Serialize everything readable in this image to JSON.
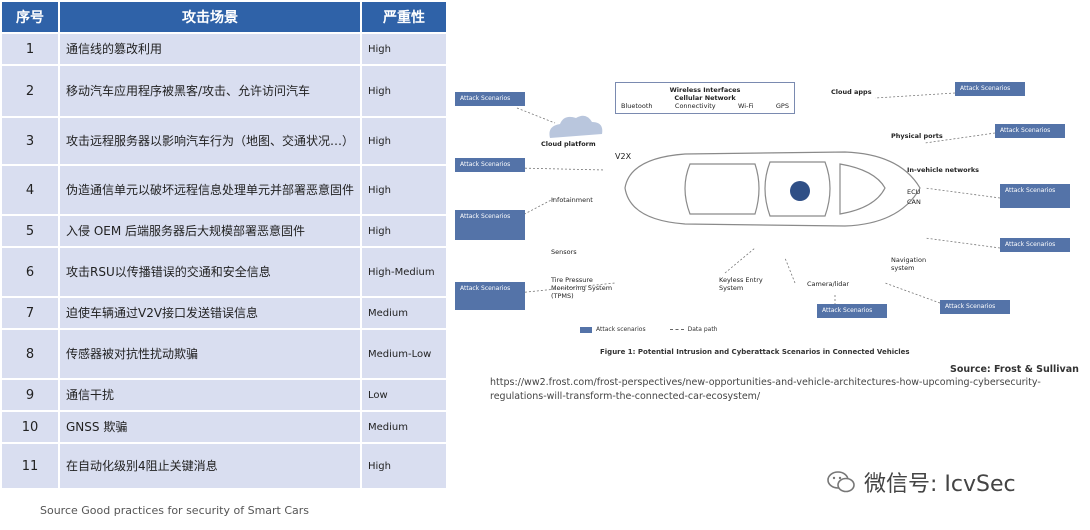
{
  "table": {
    "headers": [
      "序号",
      "攻击场景",
      "严重性"
    ],
    "rows": [
      {
        "no": "1",
        "scenario": "通信线的篡改利用",
        "severity": "High"
      },
      {
        "no": "2",
        "scenario": "移动汽车应用程序被黑客/攻击、允许访问汽车",
        "severity": "High"
      },
      {
        "no": "3",
        "scenario": "攻击远程服务器以影响汽车行为（地图、交通状况…）",
        "severity": "High"
      },
      {
        "no": "4",
        "scenario": "伪造通信单元以破坏远程信息处理单元并部署恶意固件",
        "severity": "High"
      },
      {
        "no": "5",
        "scenario": "入侵 OEM 后端服务器后大规模部署恶意固件",
        "severity": "High"
      },
      {
        "no": "6",
        "scenario": "攻击RSU以传播错误的交通和安全信息",
        "severity": "High-Medium"
      },
      {
        "no": "7",
        "scenario": "迫使车辆通过V2V接口发送错误信息",
        "severity": "Medium"
      },
      {
        "no": "8",
        "scenario": "传感器被对抗性扰动欺骗",
        "severity": "Medium-Low"
      },
      {
        "no": "9",
        "scenario": "通信干扰",
        "severity": "Low"
      },
      {
        "no": "10",
        "scenario": "GNSS 欺骗",
        "severity": "Medium"
      },
      {
        "no": "11",
        "scenario": "在自动化级别4阻止关键消息",
        "severity": "High"
      }
    ],
    "source": "Source Good practices for security of Smart Cars"
  },
  "figure": {
    "cloud_label": "Cloud platform",
    "v2x_label": "V2X",
    "center_title": "Wireless Interfaces",
    "center_sub": "Cellular Network",
    "center_cols": [
      "Bluetooth",
      "Connectivity",
      "Wi-Fi",
      "GPS"
    ],
    "labels": {
      "cloud_apps": "Cloud apps",
      "physical_ports": "Physical ports",
      "in_vehicle": "In-vehicle networks",
      "ecu": "ECU",
      "can": "CAN",
      "keyless": "Keyless Entry System",
      "camera": "Camera/lidar",
      "tpms": "Tire Pressure Monitoring System (TPMS)",
      "sensors": "Sensors",
      "infotainment": "Infotainment",
      "navigation": "Navigation system"
    },
    "attack_boxes": [
      "Attack Scenarios",
      "Attack Scenarios",
      "Attack Scenarios",
      "Attack Scenarios",
      "Attack Scenarios",
      "Attack Scenarios",
      "Attack Scenarios",
      "Attack Scenarios",
      "Attack Scenarios",
      "Attack Scenarios"
    ],
    "legend": [
      "Attack scenarios",
      "Data path"
    ],
    "caption": "Figure 1: Potential Intrusion and Cyberattack Scenarios in Connected Vehicles",
    "source": "Source: Frost & Sullivan",
    "url": "https://ww2.frost.com/frost-perspectives/new-opportunities-and-vehicle-architectures-how-upcoming-cybersecurity-regulations-will-transform-the-connected-car-ecosystem/",
    "colors": {
      "box": "#5473a8",
      "header": "#2f62a8",
      "row": "#d9def0"
    }
  },
  "watermark": {
    "text": "微信号: IcvSec",
    "icon": "wechat-icon"
  }
}
